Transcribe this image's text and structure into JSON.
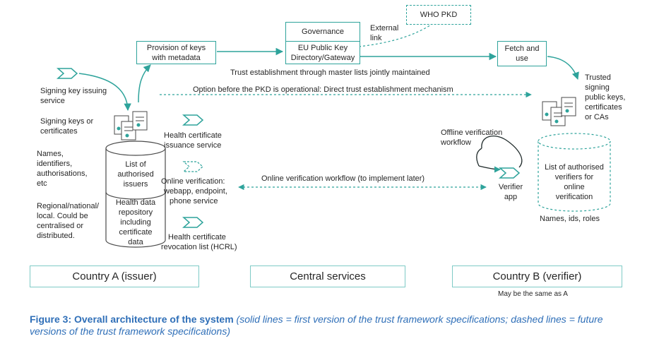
{
  "colors": {
    "teal": "#2ea39b",
    "teal_light": "#7fcbc6",
    "caption_blue": "#2f6fb8",
    "text": "#262626"
  },
  "top": {
    "governance": "Governance",
    "eu_gateway_line1": "EU Public Key",
    "eu_gateway_line2": "Directory/Gateway",
    "who_pkd": "WHO PKD",
    "external_link_line1": "External",
    "external_link_line2": "link",
    "provision_line1": "Provision of keys",
    "provision_line2": "with metadata",
    "fetch_line1": "Fetch and",
    "fetch_line2": "use",
    "trust_establishment": "Trust establishment through master lists jointly maintained",
    "option_before_pkd": "Option before the PKD is operational: Direct trust establishment mechanism"
  },
  "issuer": {
    "signing_service_line1": "Signing key issuing",
    "signing_service_line2": "service",
    "signing_keys_line1": "Signing keys or",
    "signing_keys_line2": "certificates",
    "names_line1": "Names,",
    "names_line2": "identifiers,",
    "names_line3": "authorisations,",
    "names_line4": "etc",
    "regional_line1": "Regional/national/",
    "regional_line2": "local. Could be",
    "regional_line3": "centralised or",
    "regional_line4": "distributed.",
    "db_top_line1": "List of",
    "db_top_line2": "authorised",
    "db_top_line3": "issuers",
    "db_bottom_line1": "Health data",
    "db_bottom_line2": "repository",
    "db_bottom_line3": "including",
    "db_bottom_line4": "certificate",
    "db_bottom_line5": "data",
    "issuance_line1": "Health certificate",
    "issuance_line2": "issuance service",
    "online_line1": "Online verification:",
    "online_line2": "webapp, endpoint,",
    "online_line3": "phone service",
    "revocation_line1": "Health certificate",
    "revocation_line2": "revocation list (HCRL)"
  },
  "middle": {
    "online_workflow": "Online verification workflow (to implement later)"
  },
  "verifier": {
    "trusted_line1": "Trusted",
    "trusted_line2": "signing",
    "trusted_line3": "public keys,",
    "trusted_line4": "certificates",
    "trusted_line5": "or CAs",
    "offline_line1": "Offline verification",
    "offline_line2": "workflow",
    "app_line1": "Verifier",
    "app_line2": "app",
    "list_line1": "List of authorised",
    "list_line2": "verifiers for",
    "list_line3": "online",
    "list_line4": "verification",
    "names_ids_roles": "Names, ids, roles"
  },
  "countries": {
    "country_a": "Country A (issuer)",
    "central": "Central services",
    "country_b": "Country B (verifier)",
    "country_b_note": "May be the same as A"
  },
  "caption": {
    "bold": "Figure 3: Overall architecture of the system",
    "italic": " (solid lines = first version of the trust framework specifications; dashed lines = future versions of the trust framework specifications)"
  }
}
